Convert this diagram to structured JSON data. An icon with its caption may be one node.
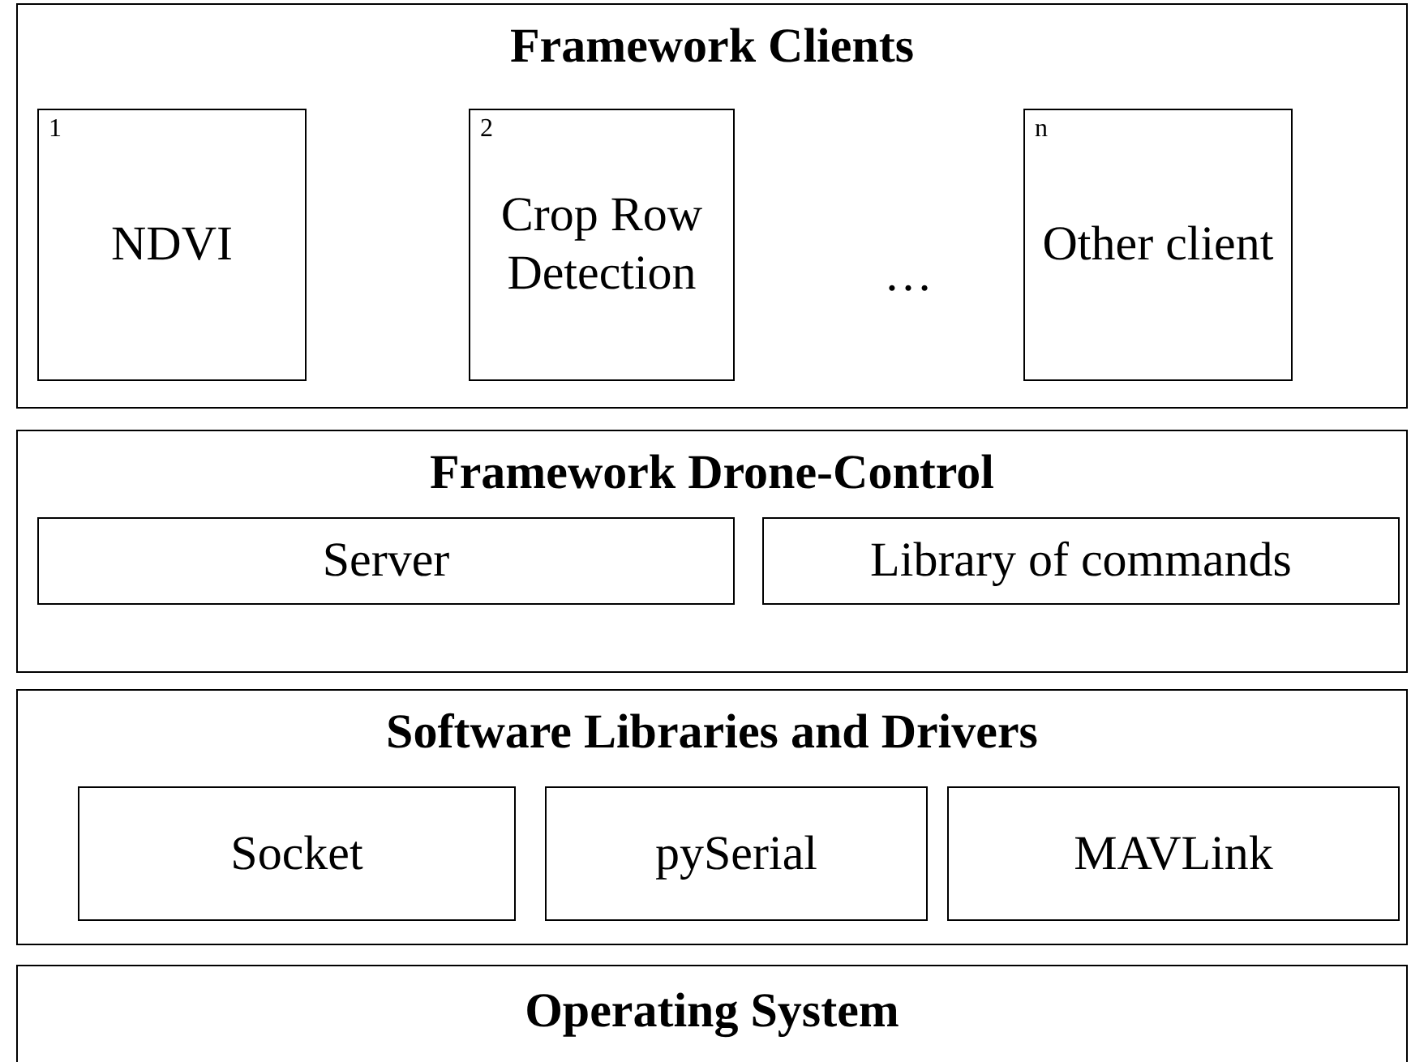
{
  "diagram": {
    "nodes": [
      {
        "text": [
          "Framework Clients"
        ]
      },
      {
        "text": [
          "1",
          "NDVI"
        ],
        "in": 0
      },
      {
        "text": [
          "2",
          "Crop Row Detection"
        ],
        "in": 0
      },
      {
        "text": [
          "n",
          "Other client"
        ],
        "in": 0
      },
      {
        "text": [
          "Framework Drone-Control"
        ]
      },
      {
        "text": [
          "Server"
        ],
        "in": 4
      },
      {
        "text": [
          "Library of commands"
        ],
        "in": 4
      },
      {
        "text": [
          "Software Libraries and Drivers"
        ]
      },
      {
        "text": [
          "Socket"
        ],
        "in": 7
      },
      {
        "text": [
          "pySerial"
        ],
        "in": 7
      },
      {
        "text": [
          "MAVLink"
        ],
        "in": 7
      },
      {
        "text": [
          "Operating System"
        ]
      }
    ],
    "labels": [
      "…"
    ]
  }
}
